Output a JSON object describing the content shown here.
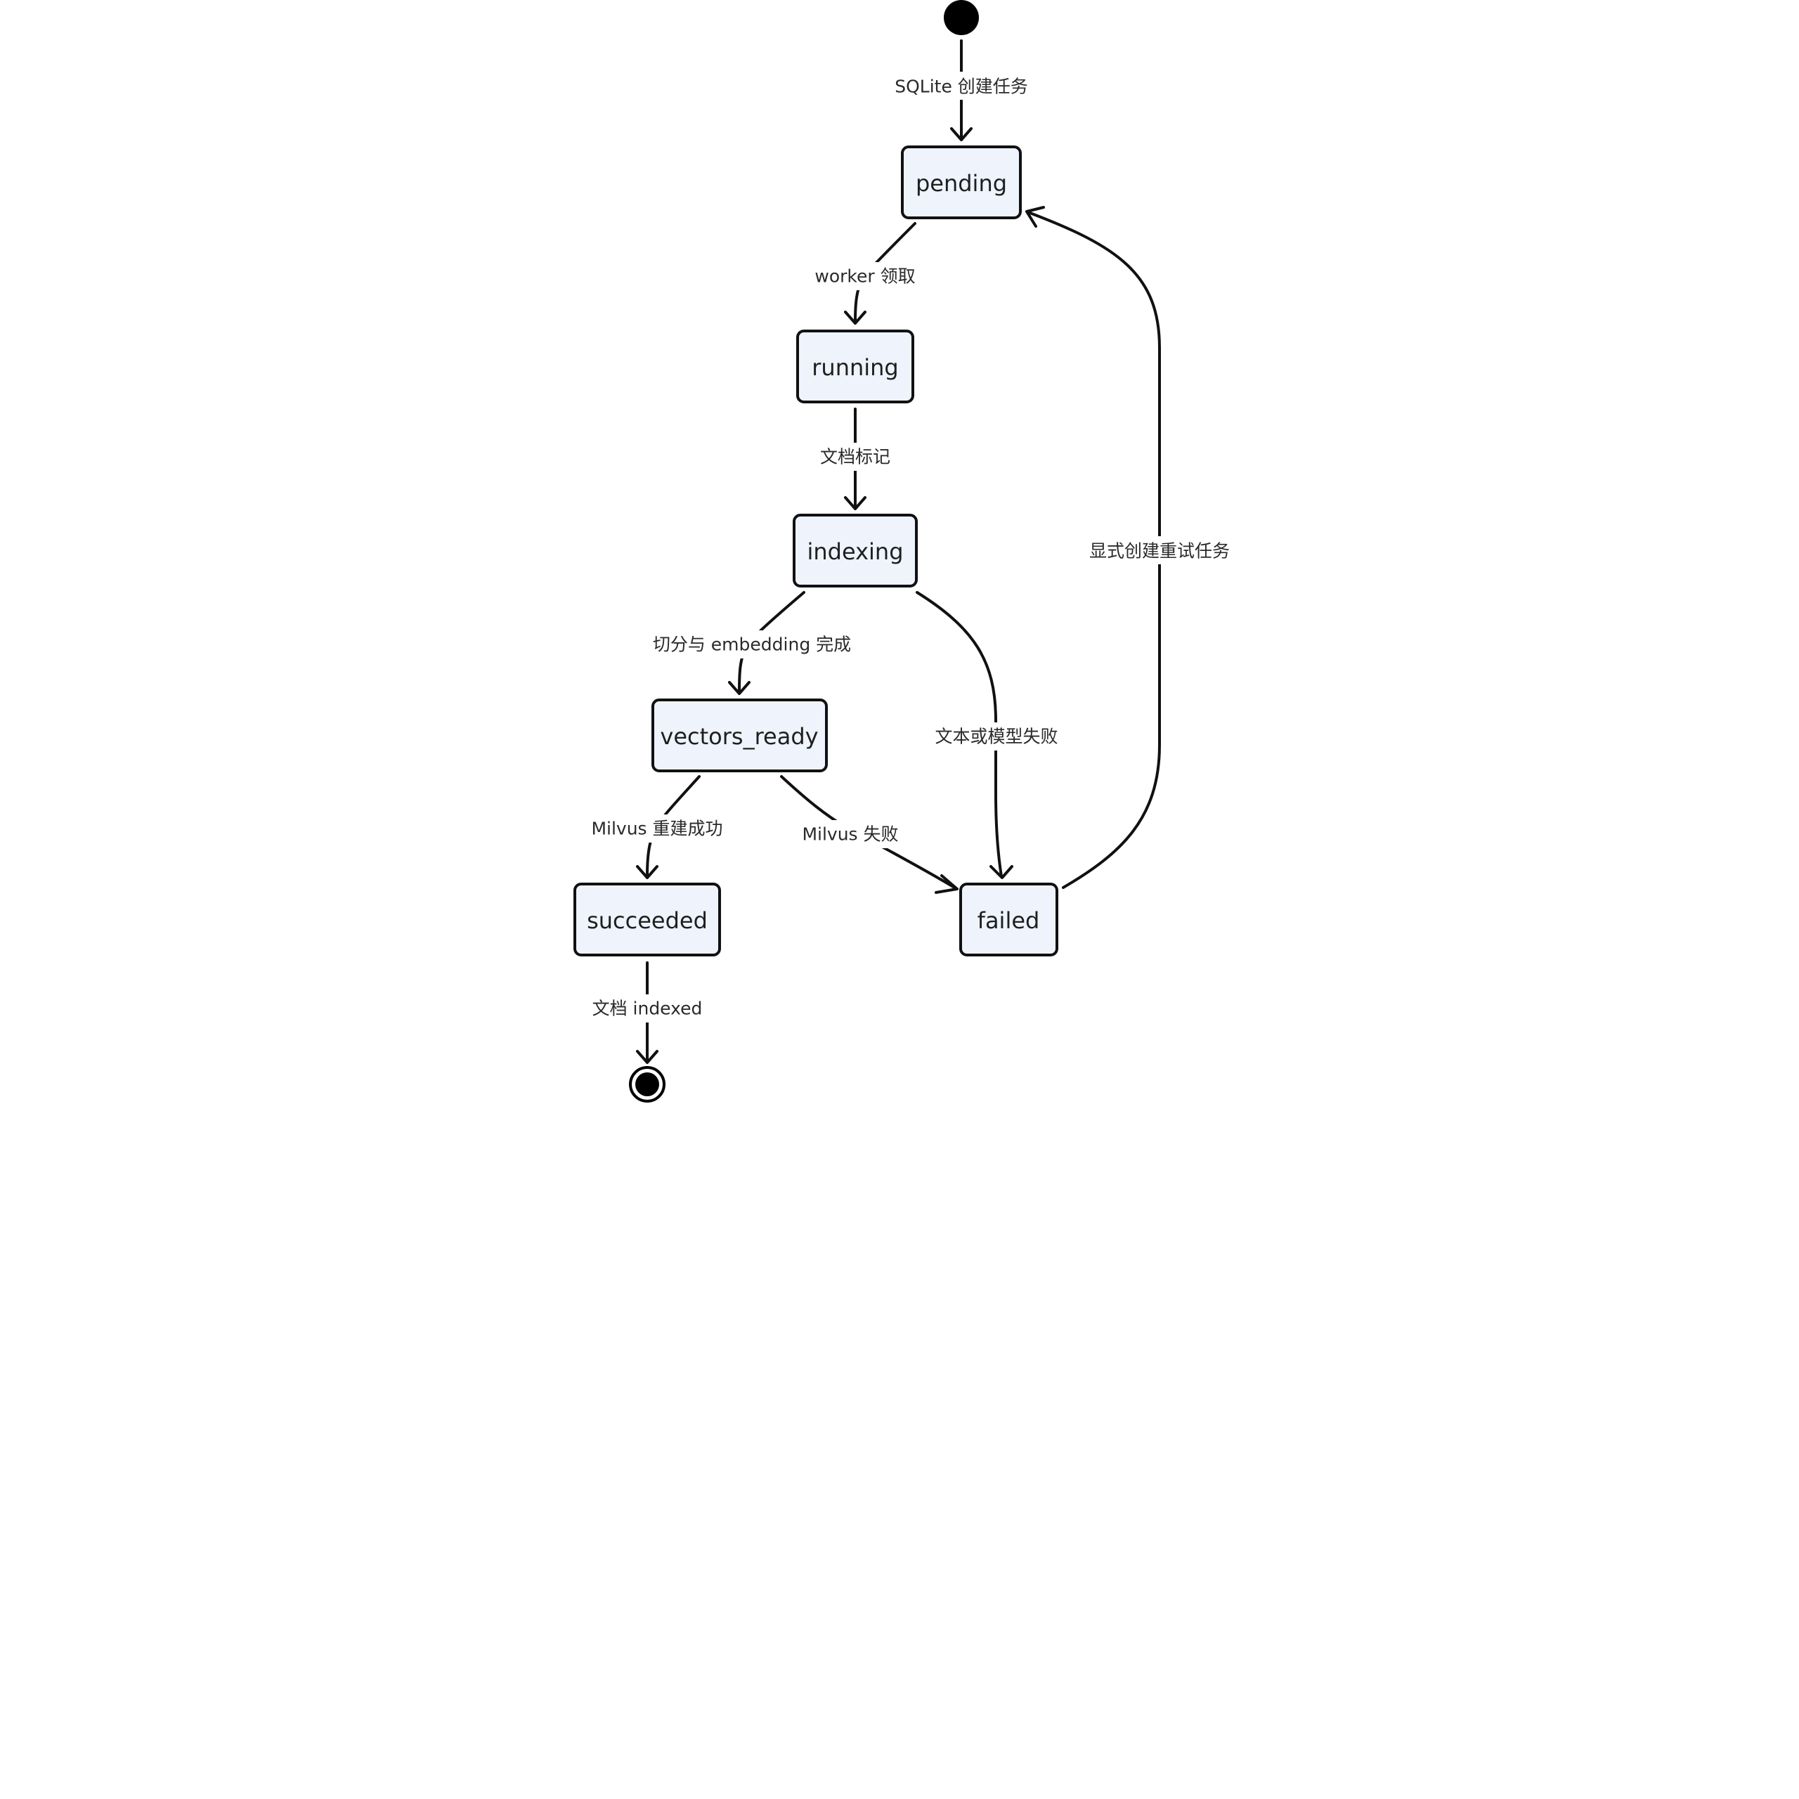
{
  "diagram": {
    "type": "state-diagram",
    "states": {
      "pending": "pending",
      "running": "running",
      "indexing": "indexing",
      "vectors_ready": "vectors_ready",
      "succeeded": "succeeded",
      "failed": "failed"
    },
    "transitions": {
      "start_to_pending": "SQLite 创建任务",
      "pending_to_running": "worker 领取",
      "running_to_indexing": "文档标记",
      "indexing_to_vectors_ready": "切分与 embedding 完成",
      "indexing_to_failed": "文本或模型失败",
      "vectors_ready_to_succeeded": "Milvus 重建成功",
      "vectors_ready_to_failed": "Milvus 失败",
      "failed_to_pending": "显式创建重试任务",
      "succeeded_to_end": "文档 indexed"
    },
    "colors": {
      "state_fill": "#eef3fc",
      "stroke": "#111111",
      "background": "#ffffff"
    }
  }
}
